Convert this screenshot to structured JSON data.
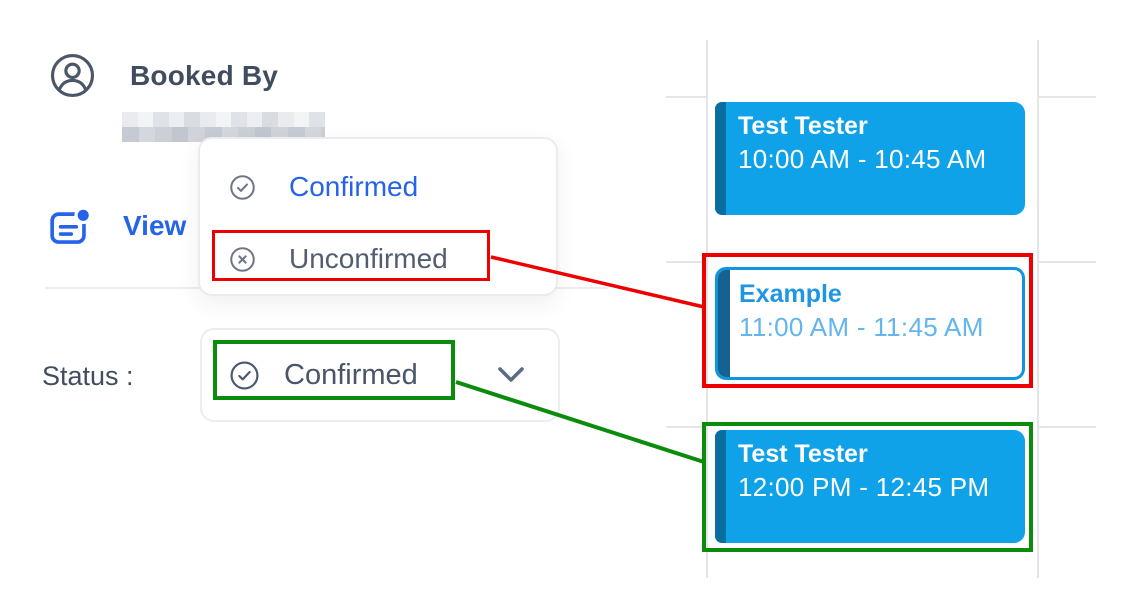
{
  "colors": {
    "event-blue": "#0fa2e8",
    "event-strip": "#0a6da0",
    "link-blue": "#2563eb",
    "ann-red": "#ee0000",
    "ann-green": "#0c8c0c"
  },
  "booked_by": {
    "label": "Booked By"
  },
  "view_link": {
    "label": "View"
  },
  "status_menu": {
    "items": [
      {
        "icon": "check-circle-icon",
        "label": "Confirmed"
      },
      {
        "icon": "x-circle-icon",
        "label": "Unconfirmed"
      }
    ]
  },
  "status_field": {
    "label": "Status :",
    "value": "Confirmed"
  },
  "calendar": {
    "events": [
      {
        "title": "Test Tester",
        "time": "10:00 AM - 10:45 AM",
        "status": "confirmed"
      },
      {
        "title": "Example",
        "time": "11:00 AM - 11:45 AM",
        "status": "unconfirmed"
      },
      {
        "title": "Test Tester",
        "time": "12:00 PM - 12:45 PM",
        "status": "confirmed"
      }
    ]
  }
}
